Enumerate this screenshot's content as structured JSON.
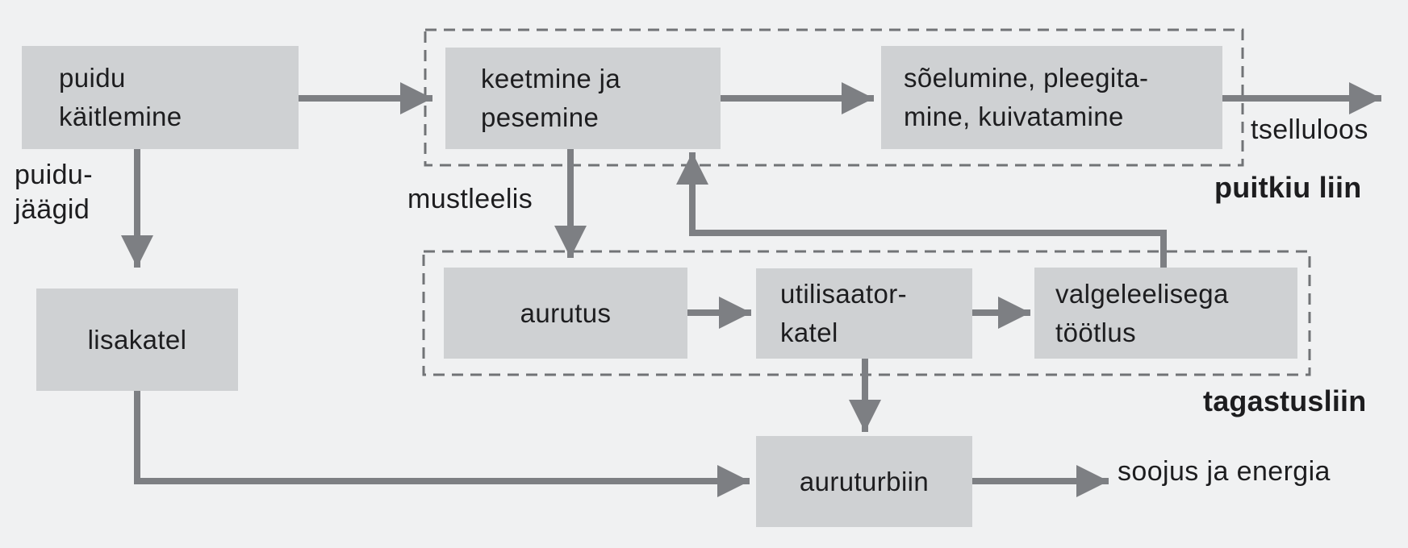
{
  "diagram": {
    "language": "et",
    "description": "Pulp mill process flow diagram",
    "colors": {
      "background": "#f0f1f2",
      "box_fill": "#cfd1d3",
      "arrow": "#7d7f83",
      "dashed_border": "#717376",
      "text": "#1d1d1f"
    }
  },
  "nodes": [
    {
      "id": "puidu-kaitlemine",
      "label": "puidu\nkäitlemine"
    },
    {
      "id": "keetmine-pesemine",
      "label": "keetmine ja\npesemine"
    },
    {
      "id": "soelumine-pleegitamine-kuivatamine",
      "label": "sõelumine, pleegita-\nmine, kuivatamine"
    },
    {
      "id": "aurutus",
      "label": "aurutus"
    },
    {
      "id": "utilisaatorkatel",
      "label": "utilisaator-\nkatel"
    },
    {
      "id": "valgeleelisega-tootlus",
      "label": "valgeleelisega\ntöötlus"
    },
    {
      "id": "lisakatel",
      "label": "lisakatel"
    },
    {
      "id": "auruturbiin",
      "label": "auruturbiin"
    }
  ],
  "labels": {
    "puidu_jaagid": "puidu-\njäägid",
    "mustleelis": "mustleelis",
    "tselluloos": "tselluloos",
    "puitkiu_liin": "puitkiu liin",
    "tagastusliin": "tagastusliin",
    "soojus_energia": "soojus ja energia"
  },
  "groups": [
    {
      "id": "puitkiu-liin",
      "label": "puitkiu liin"
    },
    {
      "id": "tagastusliin",
      "label": "tagastusliin"
    }
  ]
}
